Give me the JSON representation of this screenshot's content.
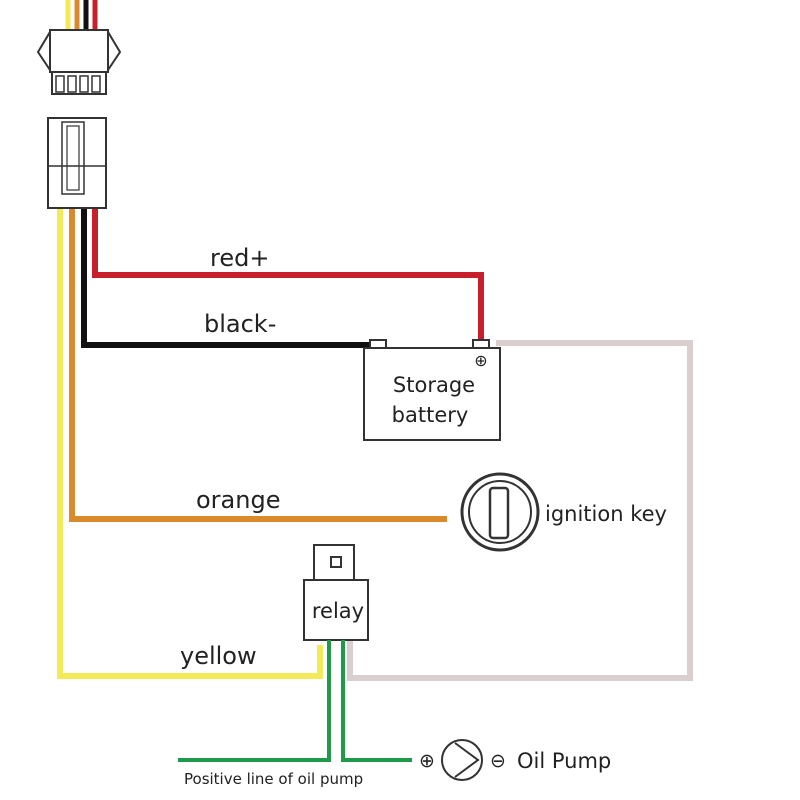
{
  "labels": {
    "red": "red+",
    "black": "black-",
    "orange": "orange",
    "yellow": "yellow",
    "battery_line1": "Storage",
    "battery_line2": "battery",
    "ignition": "ignition key",
    "relay": "relay",
    "oil_pump": "Oil Pump",
    "positive_line": "Positive line of oil pump",
    "plus_symbol": "⊕",
    "minus_symbol": "⊖"
  },
  "wire_colors": {
    "red": "#c8202a",
    "black": "#111111",
    "orange": "#d98a2b",
    "yellow": "#f3ea5a",
    "green": "#1f9a4a",
    "gray": "#d9cfcf"
  }
}
